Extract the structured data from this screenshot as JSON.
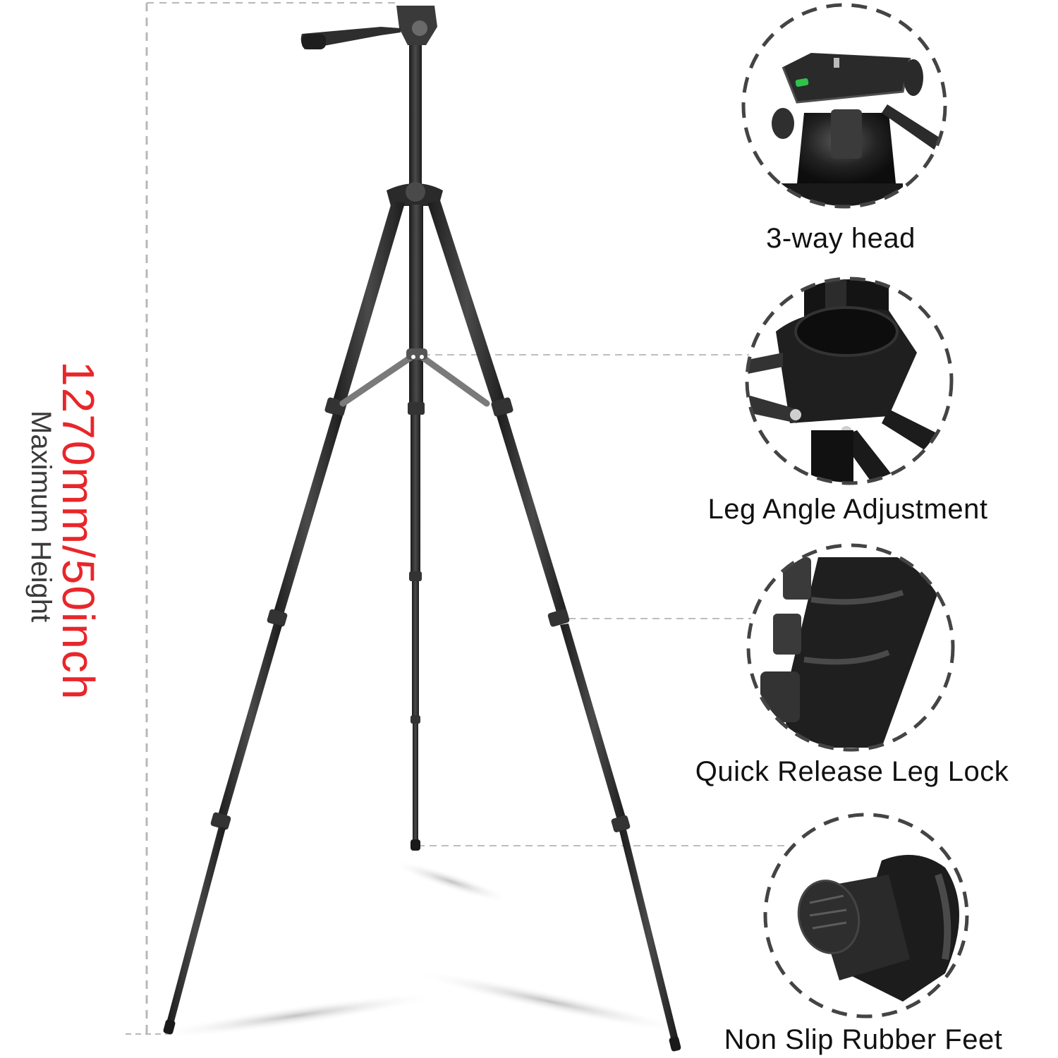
{
  "dimension": {
    "value": "1270mm/50inch",
    "label": "Maximum Height",
    "value_color": "#e8262a",
    "label_color": "#3a3a3a"
  },
  "features": [
    {
      "label": "3-way head",
      "icon": "tripod-head-icon"
    },
    {
      "label": "Leg Angle Adjustment",
      "icon": "leg-angle-bracket-icon"
    },
    {
      "label": "Quick Release Leg Lock",
      "icon": "leg-lock-icon"
    },
    {
      "label": "Non Slip Rubber Feet",
      "icon": "rubber-foot-icon"
    }
  ],
  "colors": {
    "tripod": "#2b2b2b",
    "tripod_highlight": "#5a5a5a",
    "guide_line": "#b8b8b8",
    "callout_ring": "#444444"
  }
}
